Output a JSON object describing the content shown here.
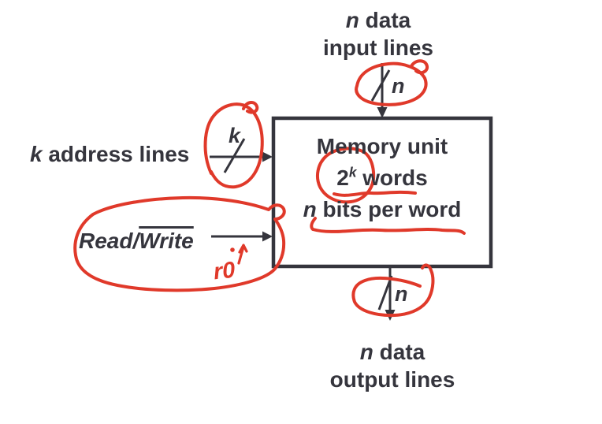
{
  "colors": {
    "ink": "#35353d",
    "red": "#e0392a",
    "bg": "#ffffff"
  },
  "memory_box": {
    "title": "Memory unit",
    "capacity_base": "2",
    "capacity_exp": "k",
    "capacity_rest": " words",
    "word_size_var": "n",
    "word_size_rest": " bits per word"
  },
  "labels": {
    "input": {
      "var": "n",
      "line1_rest": " data",
      "line2": "input lines"
    },
    "output": {
      "var": "n",
      "line1_rest": " data",
      "line2": "output lines"
    },
    "address": {
      "var": "k",
      "rest": " address lines"
    },
    "read_write": {
      "read": "Read/",
      "write": "Write"
    }
  },
  "bus_widths": {
    "input": "n",
    "address": "k",
    "output": "n"
  },
  "annotations": {
    "note": "r0"
  }
}
